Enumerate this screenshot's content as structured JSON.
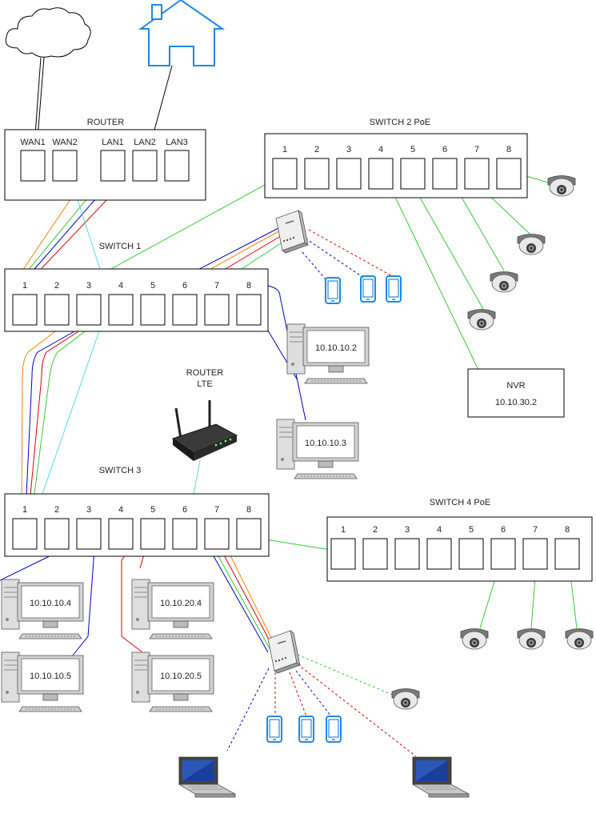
{
  "router": {
    "title": "ROUTER",
    "ports": [
      "WAN1",
      "WAN2",
      "LAN1",
      "LAN2",
      "LAN3"
    ]
  },
  "switch1": {
    "title": "SWITCH 1",
    "ports": [
      "1",
      "2",
      "3",
      "4",
      "5",
      "6",
      "7",
      "8"
    ]
  },
  "switch2": {
    "title": "SWITCH 2 PoE",
    "ports": [
      "1",
      "2",
      "3",
      "4",
      "5",
      "6",
      "7",
      "8"
    ]
  },
  "switch3": {
    "title": "SWITCH 3",
    "ports": [
      "1",
      "2",
      "3",
      "4",
      "5",
      "6",
      "7",
      "8"
    ]
  },
  "switch4": {
    "title": "SWITCH 4 PoE",
    "ports": [
      "1",
      "2",
      "3",
      "4",
      "5",
      "6",
      "7",
      "8"
    ]
  },
  "router_lte": {
    "line1": "ROUTER",
    "line2": "LTE"
  },
  "nvr": {
    "title": "NVR",
    "ip": "10.10.30.2"
  },
  "computers": {
    "pc1": "10.10.10.2",
    "pc2": "10.10.10.3",
    "pc3": "10.10.10.4",
    "pc4": "10.10.10.5",
    "pc5": "10.10.20.4",
    "pc6": "10.10.20.5"
  },
  "colors": {
    "orange": "#ff8000",
    "blue": "#0000cc",
    "red": "#dd0000",
    "green": "#33cc33",
    "cyan": "#55dddd",
    "icon_blue": "#1e88e5"
  }
}
